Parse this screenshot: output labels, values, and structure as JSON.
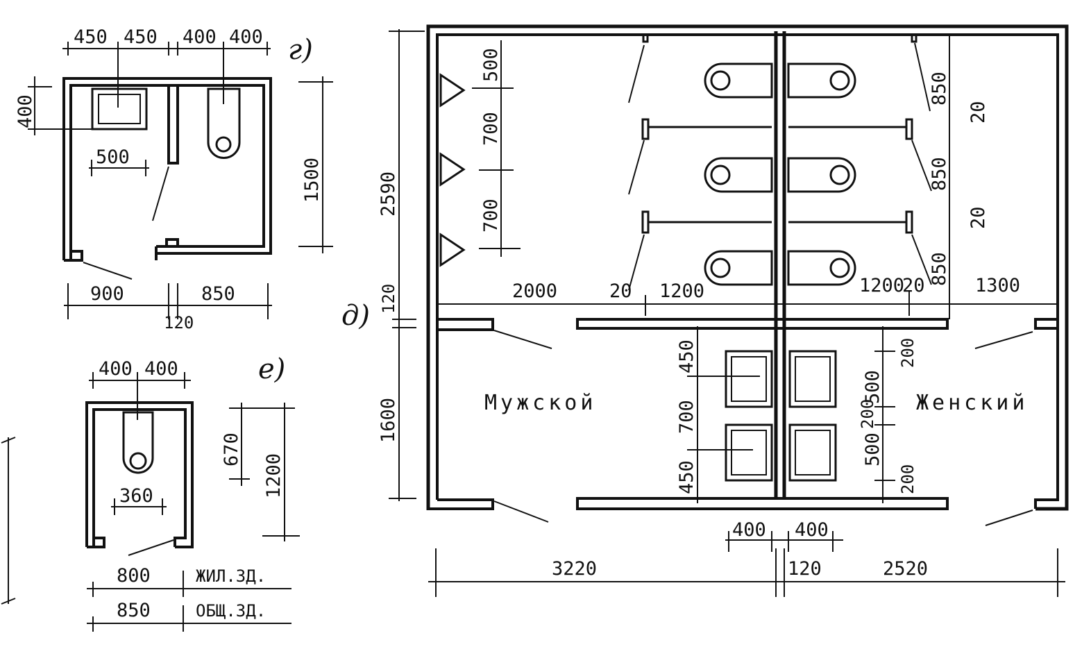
{
  "panels": {
    "g": "г)",
    "d": "д)",
    "e": "е)"
  },
  "plan_g": {
    "top_dims": [
      "450",
      "450",
      "400",
      "400"
    ],
    "left_dim": "400",
    "inner_dim": "500",
    "right_dim": "1500",
    "bottom_dims": [
      "900",
      "850"
    ],
    "bottom_partition": "120"
  },
  "plan_e": {
    "top_dims": [
      "400",
      "400"
    ],
    "inner_dim": "360",
    "right_dims": [
      "670",
      "1200"
    ],
    "width_rows": [
      {
        "value": "800",
        "label": "ЖИЛ.ЗД."
      },
      {
        "value": "850",
        "label": "ОБЩ.ЗД."
      }
    ]
  },
  "plan_d": {
    "rooms": {
      "men": "Мужской",
      "women": "Женский"
    },
    "left_dims": [
      "2590",
      "120",
      "1600"
    ],
    "urinal_dims": [
      "500",
      "700",
      "700"
    ],
    "mid_row_dims": [
      "2000",
      "20",
      "1200",
      "1200",
      "20",
      "1300"
    ],
    "right_cabin_dims": [
      "850",
      "20",
      "850",
      "20",
      "850"
    ],
    "men_basin_dims": [
      "450",
      "700",
      "450"
    ],
    "women_basin_dims": [
      "200",
      "500",
      "200",
      "500",
      "200"
    ],
    "basin_widths": [
      "400",
      "400"
    ],
    "bottom_dims": [
      "3220",
      "120",
      "2520"
    ]
  }
}
